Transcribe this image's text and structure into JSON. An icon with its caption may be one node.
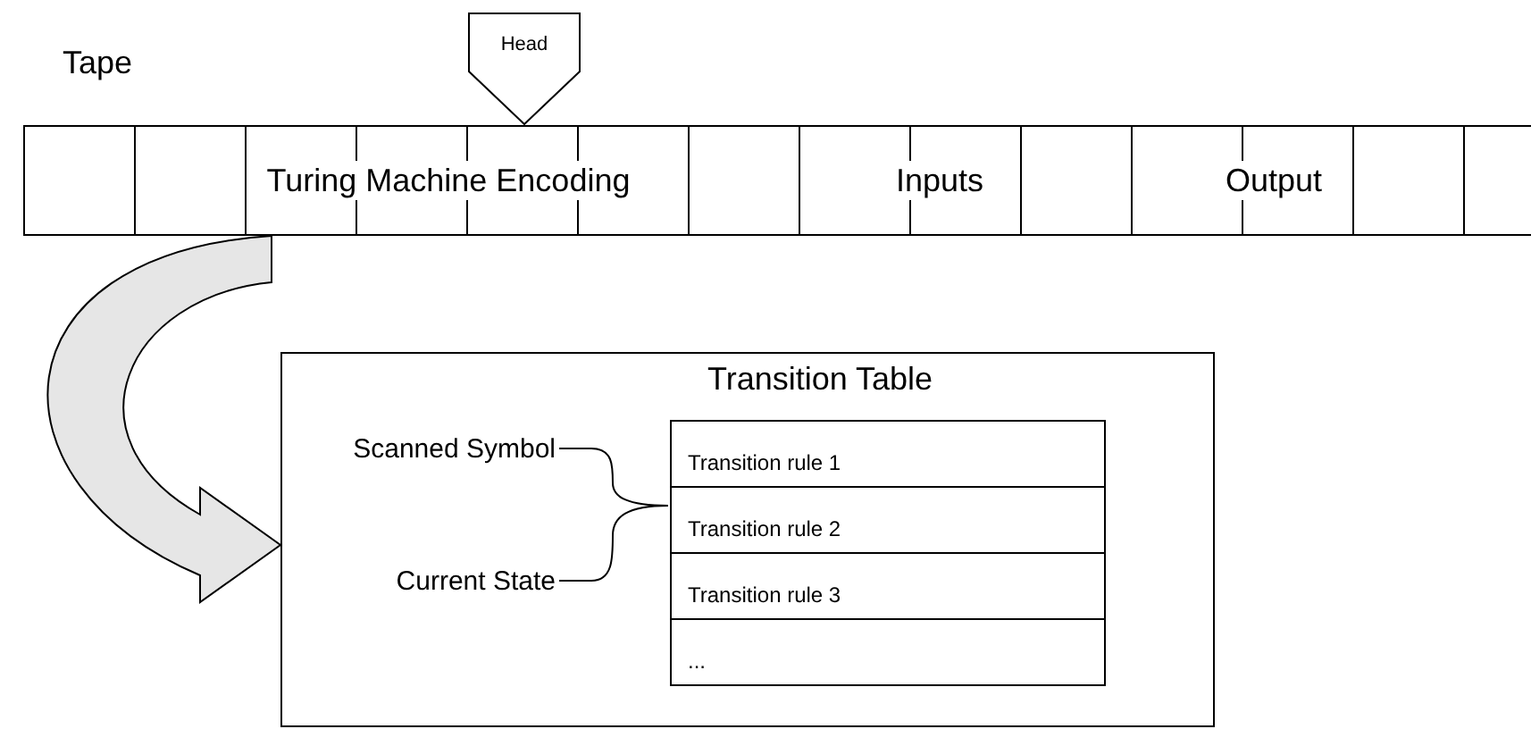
{
  "diagram": {
    "nodes": [
      {
        "text": [
          "Turing Machine Encoding",
          "Inputs",
          "Output"
        ]
      },
      {
        "text": [
          "Head"
        ]
      },
      {
        "text": [
          "Transition Table"
        ]
      },
      {
        "text": [
          "Transition rule 1"
        ],
        "in": 2
      },
      {
        "text": [
          "Transition rule 2"
        ],
        "in": 2
      },
      {
        "text": [
          "Transition rule 3"
        ],
        "in": 2
      },
      {
        "text": [
          "..."
        ],
        "in": 2
      },
      {
        "text": [
          "Scanned Symbol"
        ],
        "in": 2
      },
      {
        "text": [
          "Current State"
        ],
        "in": 2
      }
    ],
    "edges": [
      {
        "from": 0,
        "to": 2,
        "arrow": "to"
      },
      {
        "from": 7,
        "to": 4,
        "arrow": "none"
      },
      {
        "from": 8,
        "to": 4,
        "arrow": "none"
      }
    ],
    "labels": [
      "Tape"
    ]
  }
}
